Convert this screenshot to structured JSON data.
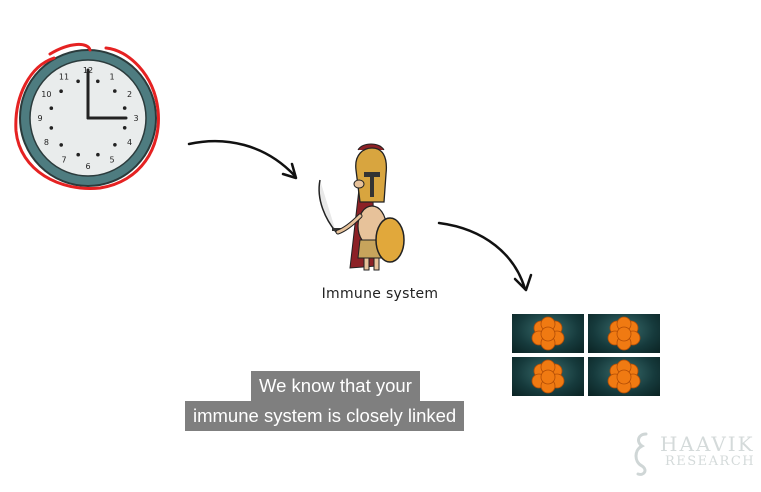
{
  "video": {
    "illustration_label": "Immune system",
    "subtitle_lines": [
      "We know that your",
      "immune system is closely linked"
    ],
    "brand": {
      "name_line1": "HAAVIK",
      "name_line2": "RESEARCH"
    },
    "clock_numbers": [
      "12",
      "1",
      "2",
      "3",
      "4",
      "5",
      "6",
      "7",
      "8",
      "9",
      "10",
      "11"
    ],
    "colors": {
      "clock_rim": "#4e7c80",
      "circle_mark": "#e52222",
      "subtitle_bg": "#7f7f7f",
      "cell_orange": "#f07a12"
    },
    "icons": [
      "clock-icon",
      "arrow-icon",
      "spartan-warrior-icon",
      "immune-cell-icon",
      "seahorse-logo-icon"
    ]
  }
}
